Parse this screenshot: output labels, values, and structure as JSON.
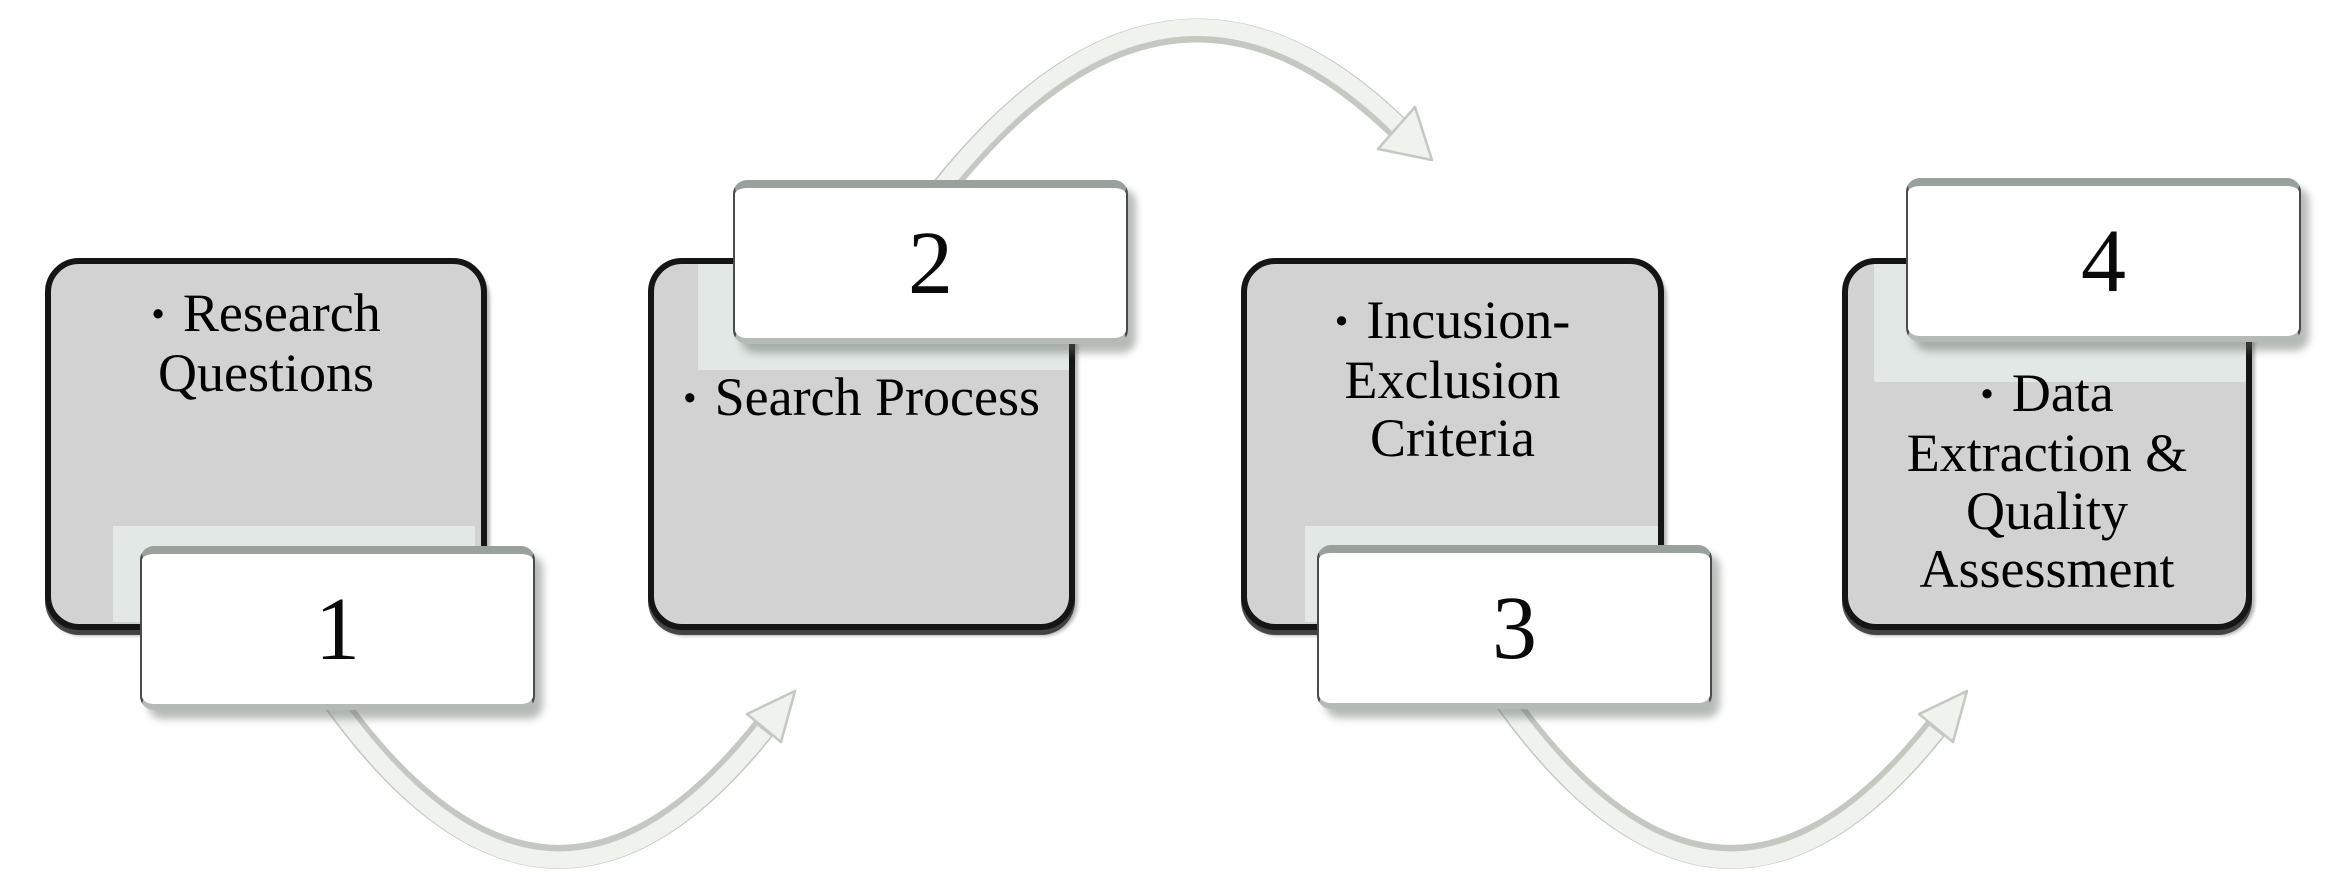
{
  "diagram": {
    "type": "process-flow",
    "steps": [
      {
        "number": "1",
        "bullet": "•",
        "lines": [
          "Research",
          "Questions"
        ],
        "tab_position": "bottom"
      },
      {
        "number": "2",
        "bullet": "•",
        "lines": [
          "Search Process"
        ],
        "tab_position": "top"
      },
      {
        "number": "3",
        "bullet": "•",
        "lines": [
          "Incusion-",
          "Exclusion",
          "Criteria"
        ],
        "tab_position": "bottom"
      },
      {
        "number": "4",
        "bullet": "•",
        "lines": [
          "Data",
          "Extraction &",
          "Quality",
          "Assessment"
        ],
        "tab_position": "top"
      }
    ],
    "arrows": [
      {
        "name": "step1-to-step2",
        "curve": "under"
      },
      {
        "name": "step2-to-step3",
        "curve": "over"
      },
      {
        "name": "step3-to-step4",
        "curve": "under"
      }
    ]
  },
  "colors": {
    "background": "#ffffff",
    "box-fill": "#d2d2d2",
    "box-border": "#151515",
    "tab-fill": "#ffffff",
    "tab-border": "#4a4a4a",
    "tab-top-bevel": "#9aa09b",
    "tab-bottom-bevel": "#b4bab5",
    "glow": "#e2e8e5",
    "arrow-fill": "#eff2ed",
    "arrow-edge": "#c3c9c1",
    "text": "#000000"
  }
}
